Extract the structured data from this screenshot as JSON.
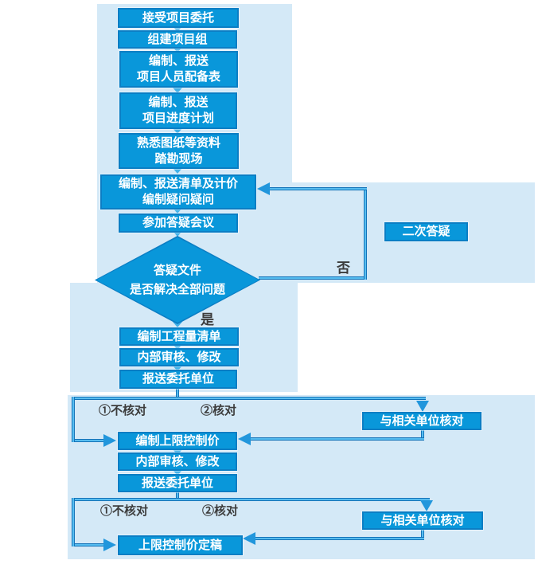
{
  "colors": {
    "node_fill": "#0997da",
    "node_border": "#0b7ec4",
    "node_text": "#ffffff",
    "panel_bg": "#d4e9f7",
    "line": "#2196dc",
    "branch_label_text": "#3c3c3c"
  },
  "nodes": {
    "accept": "接受项目委托",
    "team": "组建项目组",
    "staffing": "编制、报送\n项目人员配备表",
    "schedule": "编制、报送\n项目进度计划",
    "familiarize": "熟悉图纸等资料\n踏勘现场",
    "checklist": "编制、报送清单及计价\n编制疑问疑问",
    "meeting": "参加答疑会议",
    "decision": "答疑文件\n是否解决全部问题",
    "boq": "编制工程量清单",
    "internal_review_1": "内部审核、修改",
    "submit_client_1": "报送委托单位",
    "ceiling_price": "编制上限控制价",
    "internal_review_2": "内部审核、修改",
    "submit_client_2": "报送委托单位",
    "final_price": "上限控制价定稿",
    "second_qa": "二次答疑",
    "verify_related_1": "与相关单位核对",
    "verify_related_2": "与相关单位核对"
  },
  "labels": {
    "yes": "是",
    "no": "否",
    "not_verified": "①不核对",
    "verified": "②核对"
  }
}
